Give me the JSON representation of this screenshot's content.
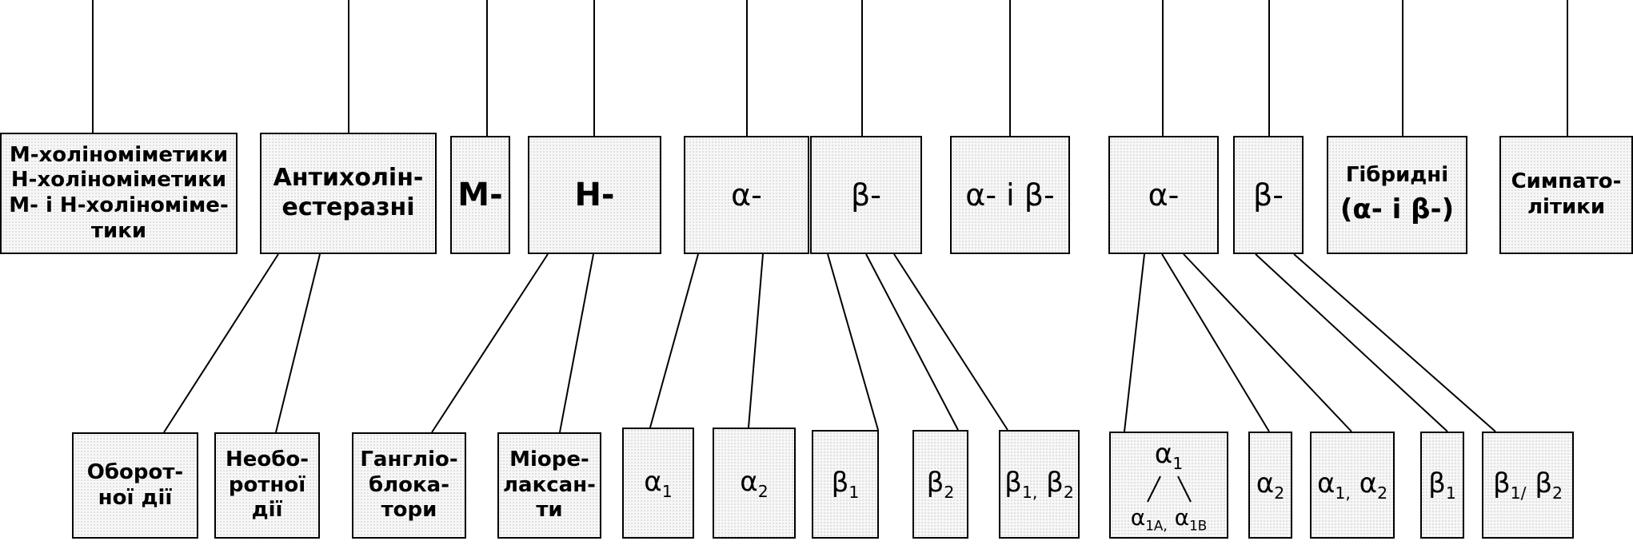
{
  "top_boxes": [
    {
      "id": "m_n_cholinomimetics",
      "text": "М-холіноміметики\nН-холіноміметики\nМ- і Н-холіноміме-\nтики"
    },
    {
      "id": "anticholinesterase",
      "text": "Антихолін-\nестеразні"
    },
    {
      "id": "m",
      "text": "М-"
    },
    {
      "id": "n",
      "text": "Н-"
    },
    {
      "id": "alpha1",
      "text": "α-"
    },
    {
      "id": "beta1",
      "text": "β-"
    },
    {
      "id": "alpha_beta",
      "text": "α- і β-"
    },
    {
      "id": "alpha2",
      "text": "α-"
    },
    {
      "id": "beta2",
      "text": "β-"
    },
    {
      "id": "hybrid",
      "text": "Гібридні"
    },
    {
      "id": "sympatholytics",
      "text": "Симпато-\nлітики"
    }
  ],
  "hybrid_sub": "(α- і β-)",
  "bottom_boxes": [
    {
      "id": "reversible",
      "text": "Оборот-\nної дії"
    },
    {
      "id": "irreversible",
      "text": "Необо-\nротної\nдії"
    },
    {
      "id": "ganglioblockers",
      "text": "Гангліо-\nблока-\nтори"
    },
    {
      "id": "muscle_relaxants",
      "text": "Міоре-\nлаксан-\nти"
    }
  ],
  "receptor_boxes": [
    {
      "id": "r_a1",
      "sym": "α",
      "sub": "1"
    },
    {
      "id": "r_a2",
      "sym": "α",
      "sub": "2"
    },
    {
      "id": "r_b1",
      "sym": "β",
      "sub": "1"
    },
    {
      "id": "r_b2",
      "sym": "β",
      "sub": "2"
    },
    {
      "id": "r_b1b2",
      "sym": "β",
      "sub": "1,",
      "sym2": "β",
      "sub2": "2"
    },
    {
      "id": "r_a1_split",
      "sym": "α",
      "sub": "1"
    },
    {
      "id": "r_a2b",
      "sym": "α",
      "sub": "2"
    },
    {
      "id": "r_a1a2",
      "sym": "α",
      "sub": "1,",
      "sym2": "α",
      "sub2": "2"
    },
    {
      "id": "r_b1c",
      "sym": "β",
      "sub": "1"
    },
    {
      "id": "r_b1b2c",
      "sym": "β",
      "sub": "1/",
      "sym2": "β",
      "sub2": "2"
    }
  ],
  "alpha_split": {
    "left": "α",
    "left_sub": "1A,",
    "right": "α",
    "right_sub": "1B"
  }
}
